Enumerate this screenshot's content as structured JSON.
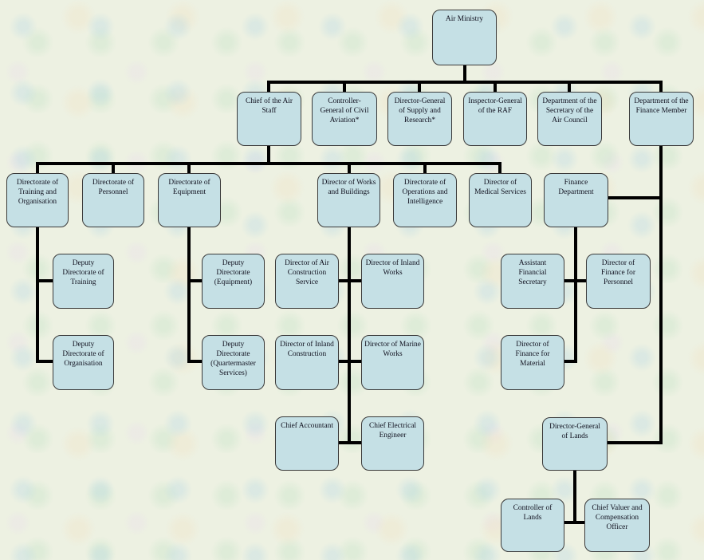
{
  "colors": {
    "node_fill": "#c5e0e5",
    "node_border": "#3a3a3a",
    "connector": "#000000",
    "background": "#edf1e2",
    "text": "#10101e"
  },
  "nodes": {
    "air_ministry": "Air Ministry",
    "chief_air_staff": "Chief of the Air\nStaff",
    "controller_civil_aviation": "Controller-\nGeneral of Civil\nAviation*",
    "dg_supply_research": "Director-General\nof Supply and\nResearch*",
    "inspector_general_raf": "Inspector-General\nof the RAF",
    "dept_secretary_air_council": "Department of the\nSecretary of the\nAir Council",
    "dept_finance_member": "Department of the\nFinance Member",
    "dir_training_org": "Directorate of\nTraining and\nOrganisation",
    "dir_personnel": "Directorate of\nPersonnel",
    "dir_equipment": "Directorate of\nEquipment",
    "dir_works_buildings": "Director of Works\nand Buildings",
    "dir_ops_intelligence": "Directorate of\nOperations and\nIntelligence",
    "dir_medical": "Director of\nMedical Services",
    "finance_dept": "Finance\nDepartment",
    "dep_dir_training": "Deputy\nDirectorate of\nTraining",
    "dep_dir_organisation": "Deputy\nDirectorate of\nOrganisation",
    "dep_dir_equipment": "Deputy\nDirectorate\n(Equipment)",
    "dep_dir_quartermaster": "Deputy\nDirectorate\n(Quartermaster\nServices)",
    "dir_air_construction": "Director of Air\nConstruction\nService",
    "dir_inland_works": "Director of Inland\nWorks",
    "dir_inland_construction": "Director of Inland\nConstruction",
    "dir_marine_works": "Director of Marine\nWorks",
    "chief_accountant": "Chief Accountant",
    "chief_electrical": "Chief Electrical\nEngineer",
    "asst_financial_secretary": "Assistant\nFinancial\nSecretary",
    "dir_finance_personnel": "Director of\nFinance for\nPersonnel",
    "dir_finance_material": "Director of\nFinance for\nMaterial",
    "dg_lands": "Director-General\nof Lands",
    "controller_lands": "Controller of\nLands",
    "chief_valuer": "Chief Valuer and\nCompensation\nOfficer"
  },
  "edges": [
    {
      "from": "air_ministry",
      "to": [
        "chief_air_staff",
        "controller_civil_aviation",
        "dg_supply_research",
        "inspector_general_raf",
        "dept_secretary_air_council",
        "dept_finance_member"
      ]
    },
    {
      "from": "chief_air_staff",
      "to": [
        "dir_training_org",
        "dir_personnel",
        "dir_equipment",
        "dir_works_buildings",
        "dir_ops_intelligence",
        "dir_medical"
      ]
    },
    {
      "from": "dept_finance_member",
      "to": [
        "finance_dept",
        "dg_lands"
      ]
    },
    {
      "from": "dir_training_org",
      "to": [
        "dep_dir_training",
        "dep_dir_organisation"
      ]
    },
    {
      "from": "dir_equipment",
      "to": [
        "dep_dir_equipment",
        "dep_dir_quartermaster"
      ]
    },
    {
      "from": "dir_works_buildings",
      "to": [
        "dir_air_construction",
        "dir_inland_works",
        "dir_inland_construction",
        "dir_marine_works",
        "chief_accountant",
        "chief_electrical"
      ]
    },
    {
      "from": "finance_dept",
      "to": [
        "asst_financial_secretary",
        "dir_finance_personnel",
        "dir_finance_material"
      ]
    },
    {
      "from": "dg_lands",
      "to": [
        "controller_lands",
        "chief_valuer"
      ]
    }
  ]
}
